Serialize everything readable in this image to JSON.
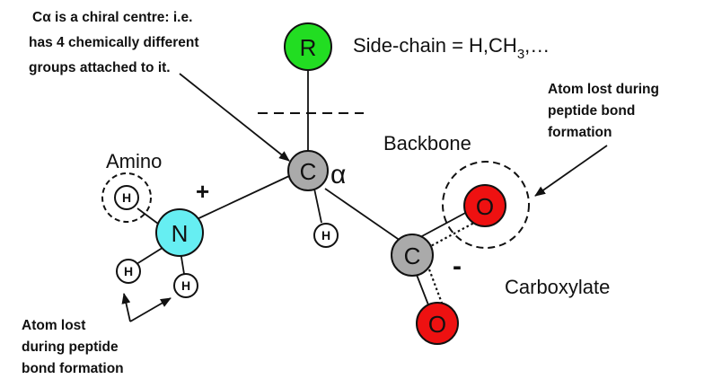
{
  "note_chiral": [
    "Cα is a chiral centre: i.e.",
    "has 4 chemically different",
    "groups attached to it."
  ],
  "side_chain": {
    "prefix": "Side-chain = H,CH",
    "subscript": "3",
    "suffix": ",…"
  },
  "note_lost_right": [
    "Atom lost during",
    "peptide bond",
    "formation"
  ],
  "note_lost_left": [
    "Atom lost",
    "during peptide",
    "bond formation"
  ],
  "label_backbone": "Backbone",
  "label_amino": "Amino",
  "label_carboxylate": "Carboxylate",
  "charge_plus": "+",
  "charge_minus": "-",
  "greek_alpha": "α",
  "atoms": {
    "r": "R",
    "ca": "C",
    "n": "N",
    "c": "C",
    "o_top": "O",
    "o_bottom": "O",
    "h": "H"
  },
  "colors": {
    "r_green": "#22dd22",
    "n_cyan": "#66eef2",
    "carbon_grey": "#aaaaaa",
    "oxygen_red": "#ee1111",
    "hydrogen_white": "#ffffff"
  }
}
